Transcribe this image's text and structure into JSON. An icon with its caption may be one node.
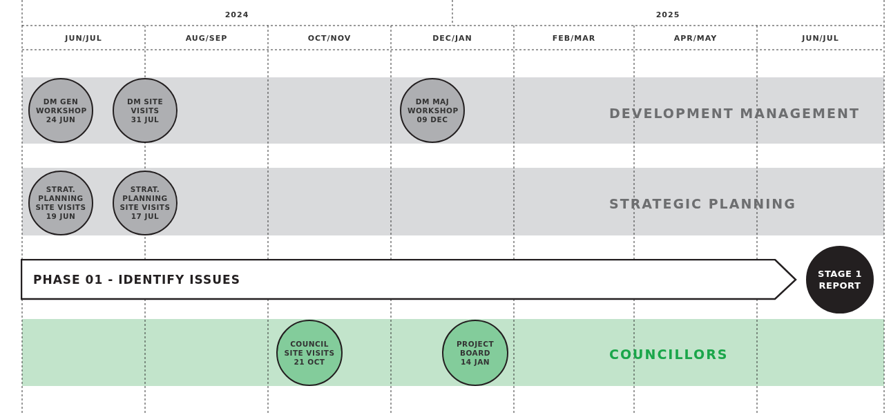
{
  "diagram": {
    "nodes": [
      {
        "text": [
          "DEVELOPMENT MANAGEMENT"
        ]
      },
      {
        "text": [
          "DM GEN WORKSHOP 24 JUN"
        ],
        "in": 0
      },
      {
        "text": [
          "DM SITE VISITS 31 JUL"
        ],
        "in": 0
      },
      {
        "text": [
          "DM MAJ WORKSHOP 09 DEC"
        ],
        "in": 0
      },
      {
        "text": [
          "STRATEGIC PLANNING"
        ]
      },
      {
        "text": [
          "STRAT. PLANNING SITE VISITS 19 JUN"
        ],
        "in": 4
      },
      {
        "text": [
          "STRAT. PLANNING SITE VISITS 17 JUL"
        ],
        "in": 4
      },
      {
        "text": [
          "PHASE 01 - IDENTIFY ISSUES"
        ]
      },
      {
        "text": [
          "STAGE 1 REPORT"
        ]
      },
      {
        "text": [
          "COUNCILLORS"
        ]
      },
      {
        "text": [
          "COUNCIL SITE VISITS 21 OCT"
        ],
        "in": 9
      },
      {
        "text": [
          "PROJECT BOARD 14 JAN"
        ],
        "in": 9
      }
    ],
    "labels": [
      "2024",
      "2025",
      "JUN/JUL",
      "AUG/SEP",
      "OCT/NOV",
      "DEC/JAN",
      "FEB/MAR",
      "APR/MAY",
      "JUN/JUL"
    ]
  }
}
